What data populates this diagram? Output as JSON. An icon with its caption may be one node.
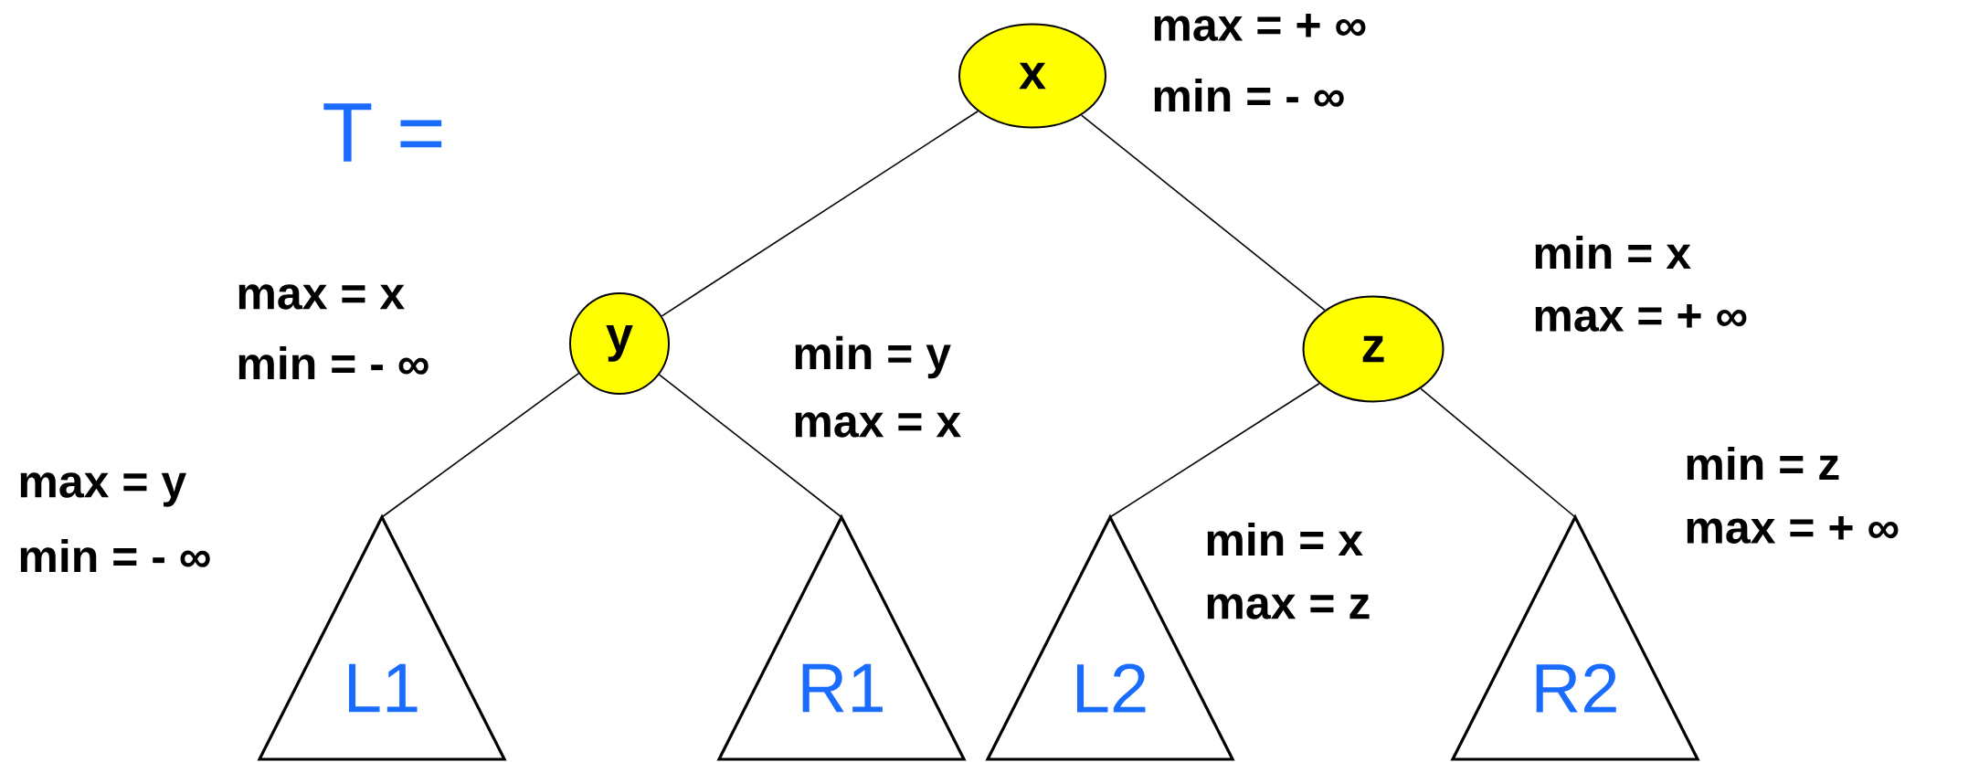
{
  "diagram": {
    "nodes": [
      {
        "text": [
          "x"
        ],
        "beside": [
          "max = + ∞",
          "min = - ∞"
        ]
      },
      {
        "text": [
          "y"
        ],
        "beside": [
          "max = x",
          "min = - ∞"
        ]
      },
      {
        "text": [
          "z"
        ],
        "beside": [
          "min = x",
          "max = + ∞"
        ]
      },
      {
        "text": [
          "L1"
        ],
        "beside": [
          "max = y",
          "min = - ∞"
        ]
      },
      {
        "text": [
          "R1"
        ],
        "beside": [
          "min = y",
          "max = x"
        ]
      },
      {
        "text": [
          "L2"
        ],
        "beside": [
          "min = x",
          "max = z"
        ]
      },
      {
        "text": [
          "R2"
        ],
        "beside": [
          "min = z",
          "max = + ∞"
        ]
      }
    ],
    "edges": [
      {
        "from": 0,
        "to": 1,
        "arrow": "none"
      },
      {
        "from": 0,
        "to": 2,
        "arrow": "none"
      },
      {
        "from": 1,
        "to": 3,
        "arrow": "none"
      },
      {
        "from": 1,
        "to": 4,
        "arrow": "none"
      },
      {
        "from": 2,
        "to": 5,
        "arrow": "none"
      },
      {
        "from": 2,
        "to": 6,
        "arrow": "none"
      }
    ],
    "labels": [
      "T ="
    ]
  }
}
